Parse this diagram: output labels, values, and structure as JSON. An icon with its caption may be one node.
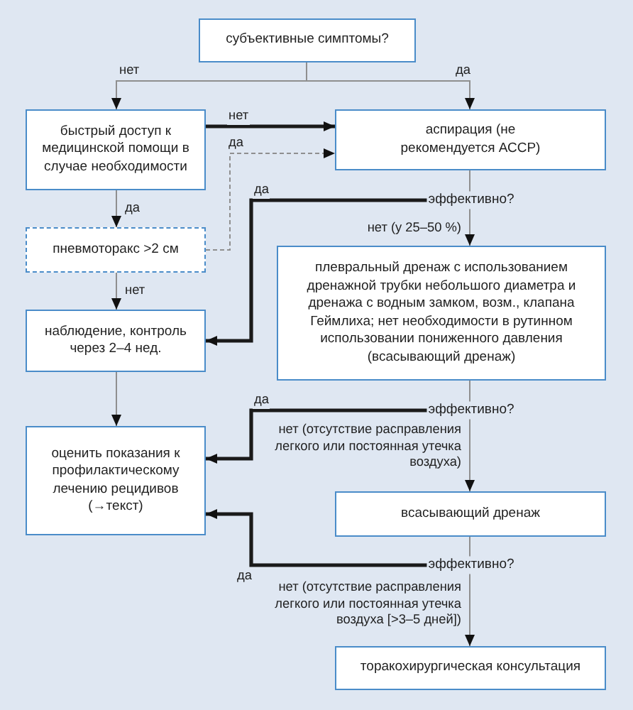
{
  "diagram": {
    "nodes": [
      {
        "text": [
          "субъективные симптомы?"
        ]
      },
      {
        "text": [
          "быстрый доступ к медицинской помощи в случае необходимости"
        ]
      },
      {
        "text": [
          "аспирация (не рекомендуется АССР)"
        ]
      },
      {
        "text": [
          "эффективно?"
        ]
      },
      {
        "text": [
          "пневмоторакс >2 см"
        ]
      },
      {
        "text": [
          "плевральный дренаж с использованием дренажной трубки небольшого диаметра и дренажа с водным замком, возм., клапана Геймлиха; нет необходимости в рутинном использовании пониженного давления (всасывающий дренаж)"
        ]
      },
      {
        "text": [
          "наблюдение, контроль через 2–4 нед."
        ]
      },
      {
        "text": [
          "эффективно?"
        ]
      },
      {
        "text": [
          "оценить показания к профилактическому лечению рецидивов (→текст)"
        ]
      },
      {
        "text": [
          "всасывающий дренаж"
        ]
      },
      {
        "text": [
          "эффективно?"
        ]
      },
      {
        "text": [
          "торакохирургическая консультация"
        ]
      }
    ],
    "edges": [
      {
        "from": 0,
        "to": 1,
        "arrow": "to",
        "label": "нет"
      },
      {
        "from": 0,
        "to": 2,
        "arrow": "to",
        "label": "да"
      },
      {
        "from": 1,
        "to": 2,
        "arrow": "to",
        "label": "нет",
        "style": "thick",
        "color": "#1a1a1a"
      },
      {
        "from": 1,
        "to": 4,
        "arrow": "to",
        "label": "да"
      },
      {
        "from": 4,
        "to": 2,
        "arrow": "to",
        "label": "да",
        "style": "dashed"
      },
      {
        "from": 4,
        "to": 6,
        "arrow": "to",
        "label": "нет"
      },
      {
        "from": 2,
        "to": 3,
        "arrow": "none"
      },
      {
        "from": 3,
        "to": 5,
        "arrow": "to",
        "label": "нет (у 25–50 %)"
      },
      {
        "from": 3,
        "to": 6,
        "arrow": "to",
        "label": "да",
        "style": "thick",
        "color": "#1a1a1a"
      },
      {
        "from": 6,
        "to": 8,
        "arrow": "to"
      },
      {
        "from": 5,
        "to": 7,
        "arrow": "none"
      },
      {
        "from": 7,
        "to": 8,
        "arrow": "to",
        "label": "да",
        "style": "thick",
        "color": "#1a1a1a"
      },
      {
        "from": 7,
        "to": 9,
        "arrow": "to",
        "label": "нет (отсутствие расправления легкого или постоянная утечка воздуха)"
      },
      {
        "from": 9,
        "to": 10,
        "arrow": "none"
      },
      {
        "from": 10,
        "to": 8,
        "arrow": "to",
        "label": "да",
        "style": "thick",
        "color": "#1a1a1a"
      },
      {
        "from": 10,
        "to": 11,
        "arrow": "to",
        "label": "нет (отсутствие расправления легкого или постоянная утечка воздуха [>3–5 дней])"
      }
    ]
  }
}
